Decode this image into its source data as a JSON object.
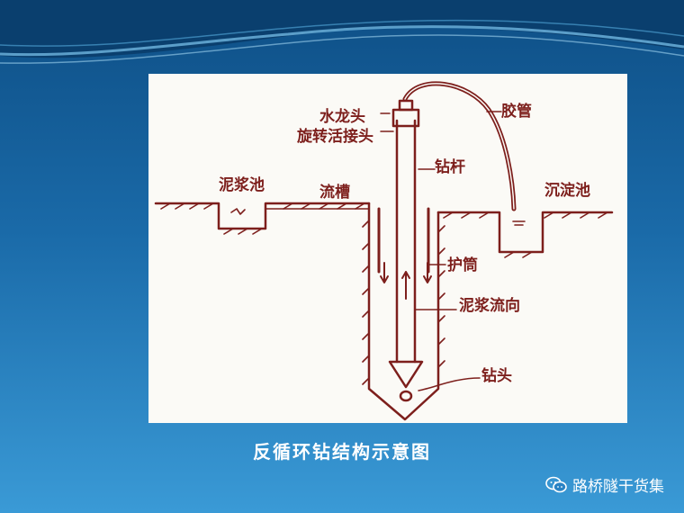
{
  "diagram": {
    "labels": {
      "faucet_head": "水龙头",
      "rotary_joint": "旋转活接头",
      "hose": "胶管",
      "drill_rod": "钻杆",
      "mud_pit": "泥浆池",
      "flow_channel": "流槽",
      "settling_pit": "沉淀池",
      "casing": "护筒",
      "mud_flow_direction": "泥浆流向",
      "drill_bit": "钻头"
    },
    "ink_color": "#7d1f1c",
    "paper_color": "#fbfaf6"
  },
  "caption": "反循环钻结构示意图",
  "brand": {
    "icon": "wechat-icon",
    "text": "路桥隧干货集"
  }
}
